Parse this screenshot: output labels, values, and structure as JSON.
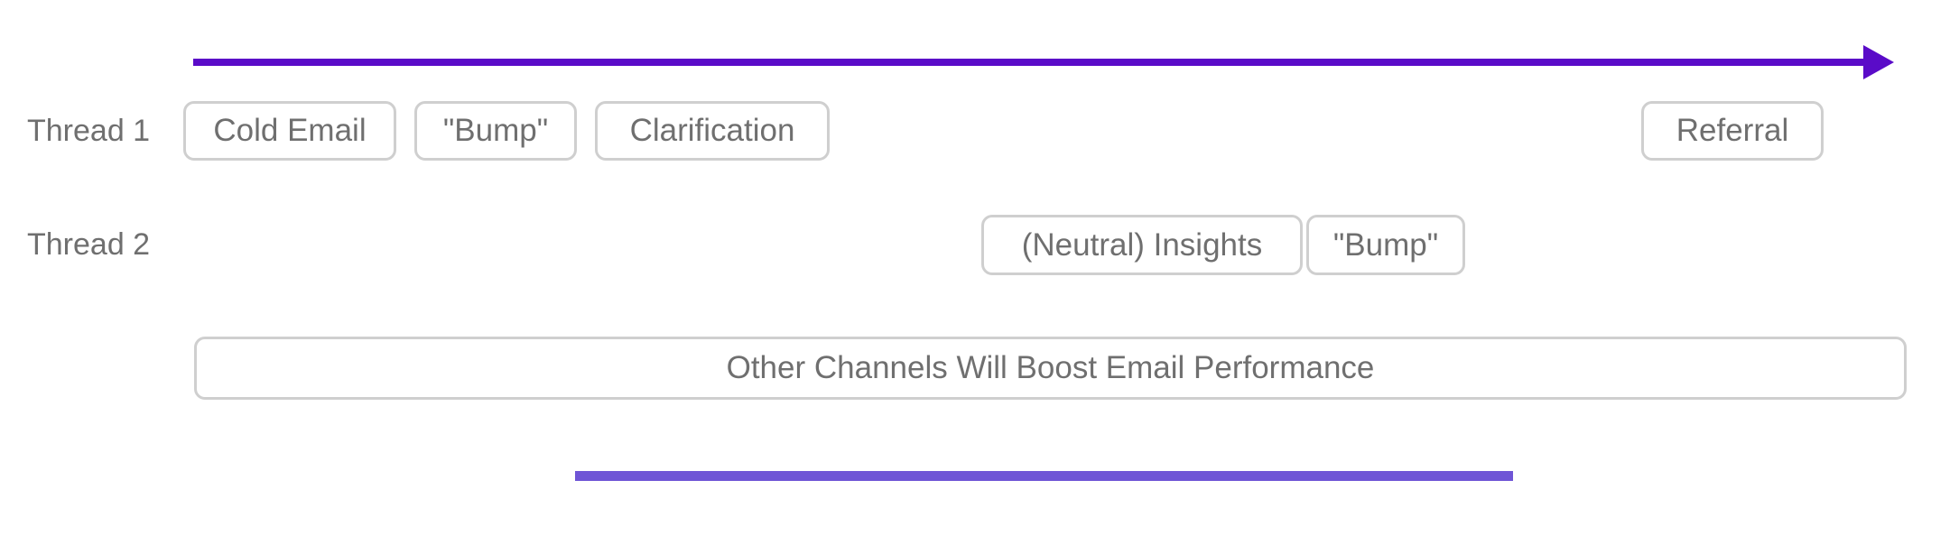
{
  "thread1": {
    "label": "Thread 1",
    "boxes": [
      "Cold Email",
      "\"Bump\"",
      "Clarification",
      "Referral"
    ]
  },
  "thread2": {
    "label": "Thread 2",
    "boxes": [
      "(Neutral) Insights",
      "\"Bump\""
    ]
  },
  "banner": {
    "label": "Other Channels Will Boost Email Performance"
  },
  "icons": {
    "arrow_head": "arrow-right"
  },
  "colors": {
    "arrow": "#5A0BC8",
    "underline": "#6F55D6",
    "box_border": "#CFCFCF",
    "text": "#6F6F6F"
  }
}
